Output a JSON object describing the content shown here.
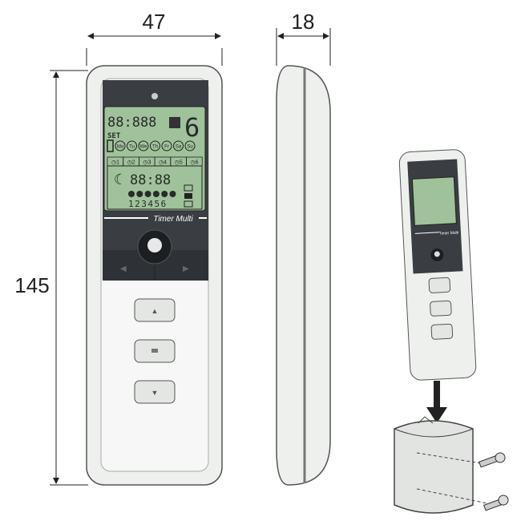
{
  "dimensions": {
    "width": "47",
    "depth": "18",
    "height": "145"
  },
  "lcd": {
    "segments_top": "88:888",
    "big_digit": "6",
    "set_label": "SET",
    "days": [
      "Mo",
      "Tu",
      "We",
      "Th",
      "Fr",
      "Sa",
      "Su"
    ],
    "program_tabs": [
      "1",
      "2",
      "3",
      "4",
      "5",
      "6"
    ],
    "time": "88:88",
    "channels": "123456"
  },
  "brand_label": "Timer Multi",
  "small_label": "Timer Multi",
  "colors": {
    "lcd": "#9fc29a",
    "panel": "#3a3e42",
    "body": "#eef0ee"
  }
}
